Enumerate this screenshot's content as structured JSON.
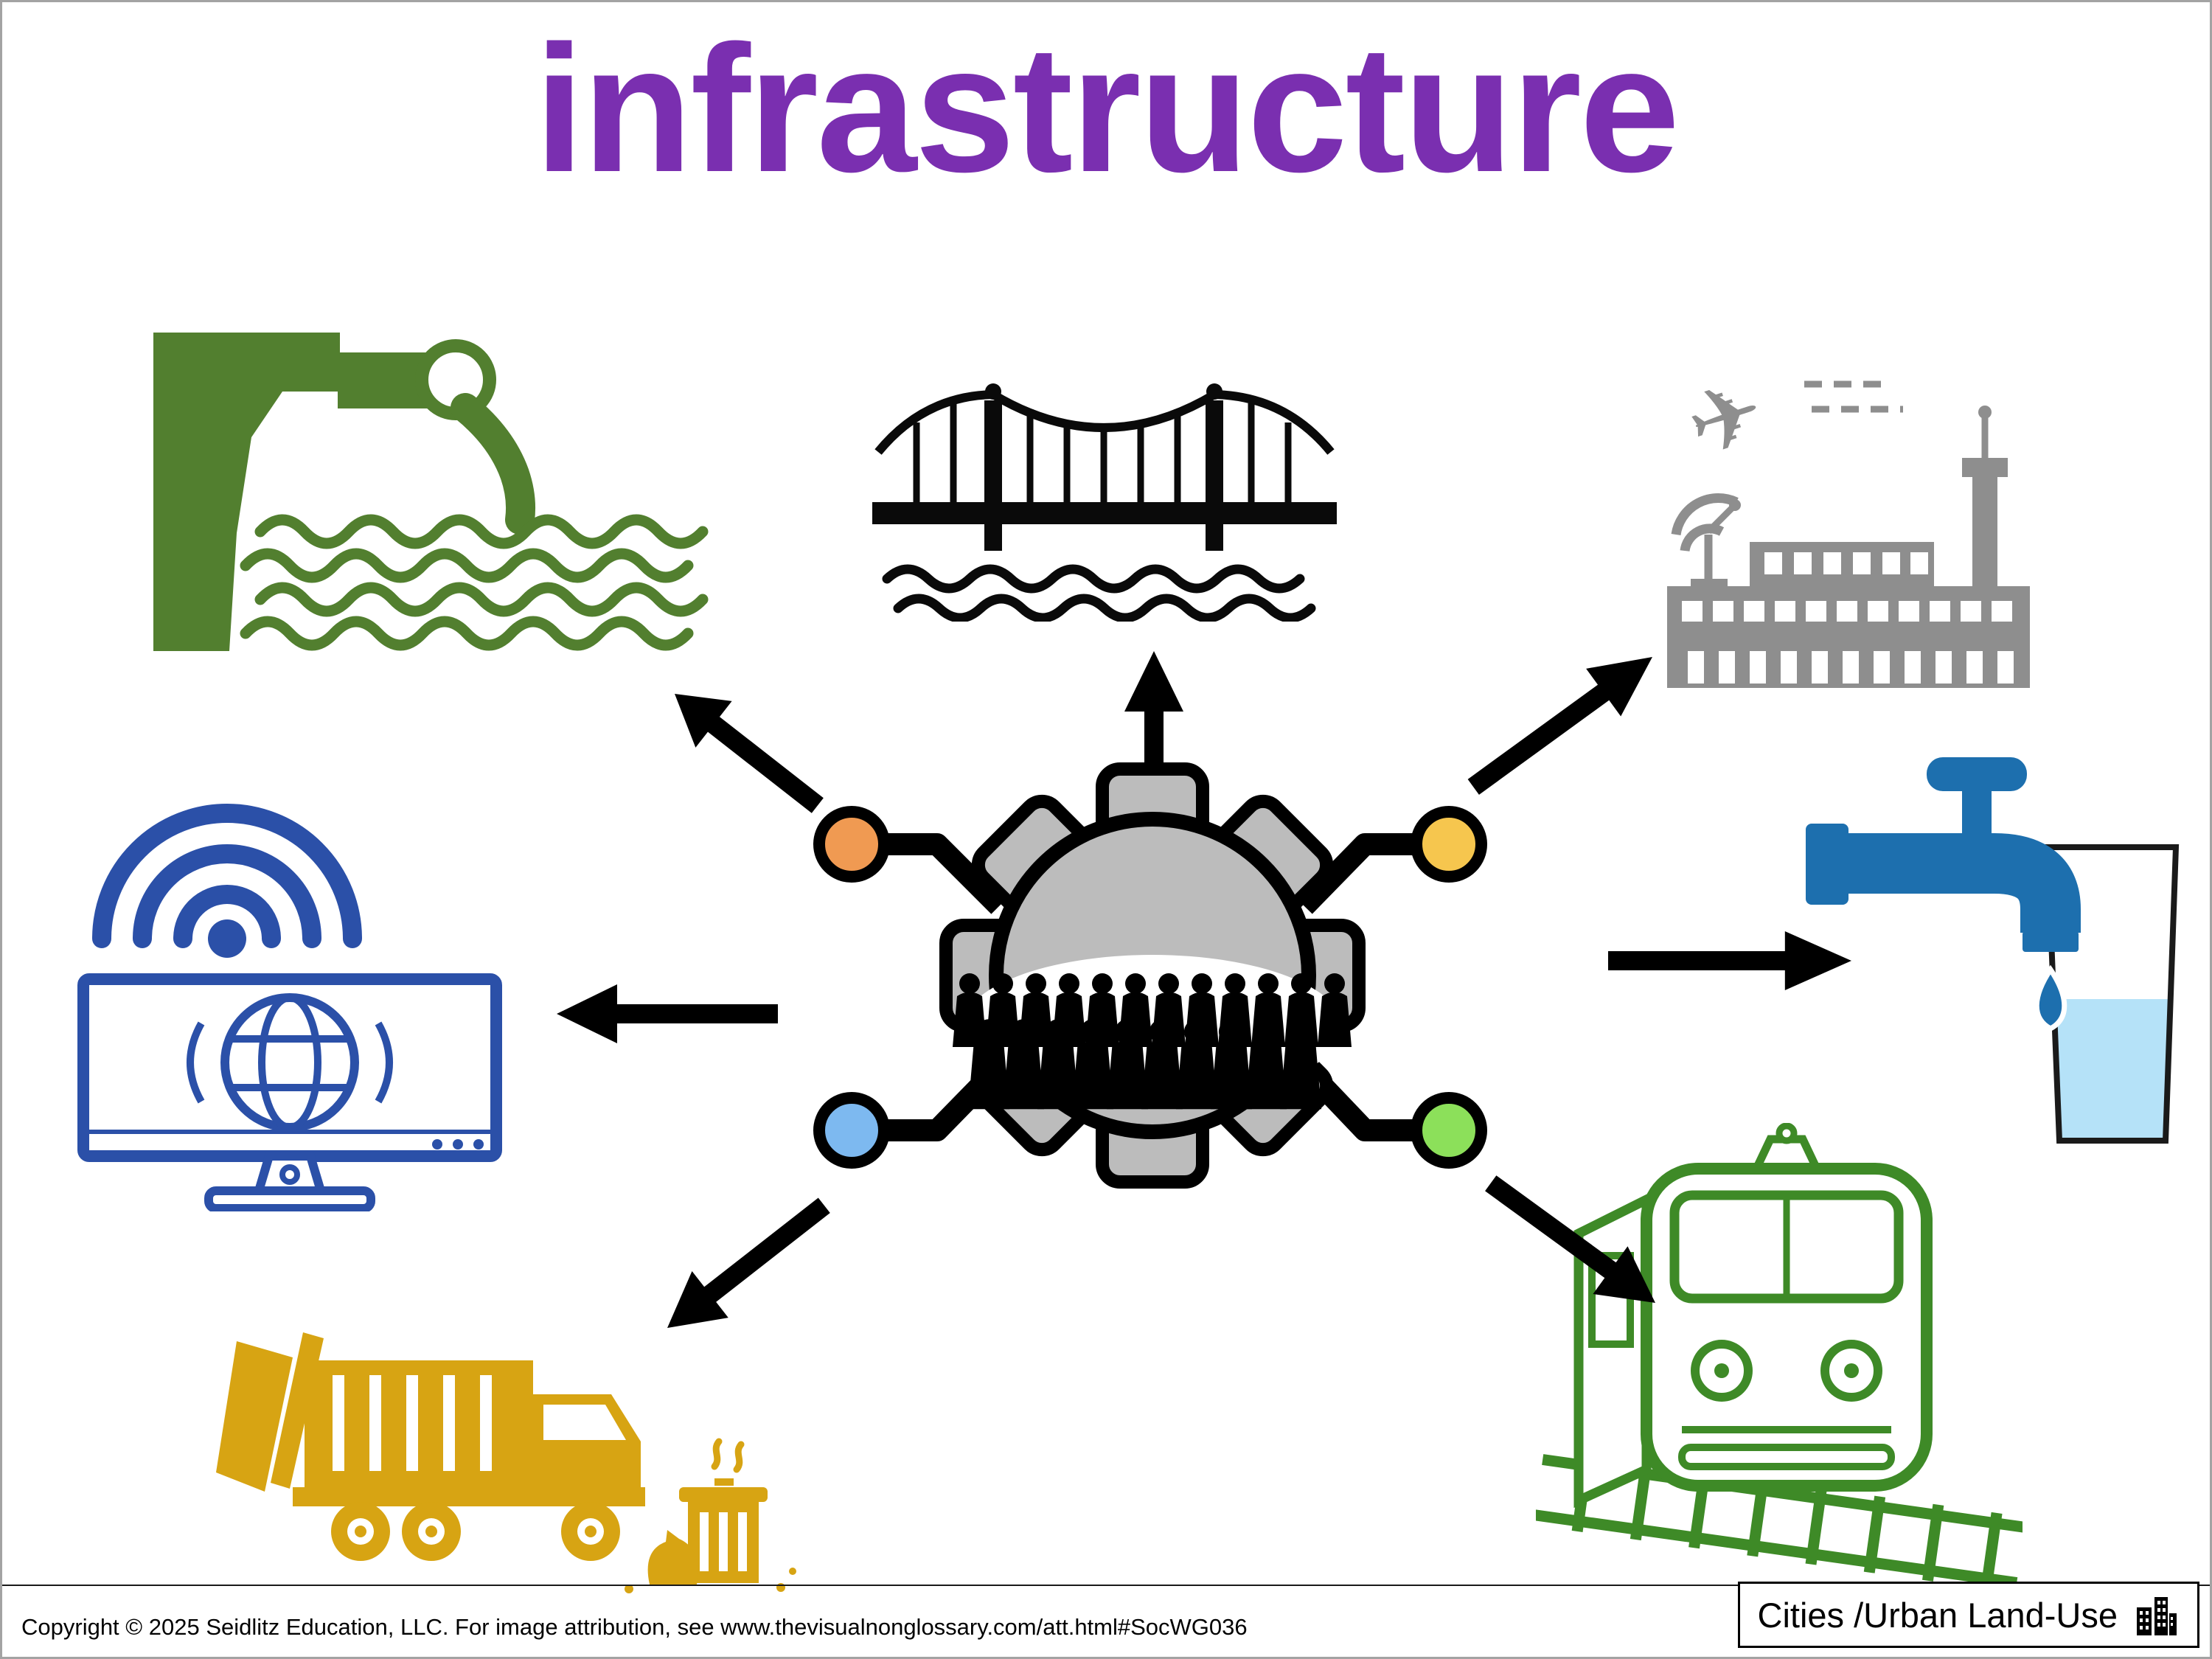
{
  "page": {
    "title": "infrastructure",
    "footer": {
      "copyright": "Copyright © 2025 Seidlitz Education, LLC.  For image attribution, see www.thevisualnonglossary.com/att.html#SocWG036",
      "category_badge": "Cities /Urban Land-Use"
    }
  },
  "glyphs": {
    "plane": "✈"
  },
  "diagram": {
    "center": {
      "name": "gear-with-crowd",
      "description": "central gear with crowd of people silhouettes"
    },
    "nodes": [
      {
        "name": "water-dam-outflow-icon",
        "position": "top-left",
        "color": "#527f2f"
      },
      {
        "name": "suspension-bridge-icon",
        "position": "top-center",
        "color": "#0a0a0a"
      },
      {
        "name": "airport-icon",
        "position": "top-right",
        "color": "#8e8e8e"
      },
      {
        "name": "internet-monitor-wifi-icon",
        "position": "mid-left",
        "color": "#2b50a8"
      },
      {
        "name": "faucet-and-glass-icon",
        "position": "mid-right",
        "color": "#1d6fae"
      },
      {
        "name": "garbage-truck-icon",
        "position": "bottom-left",
        "color": "#d7a413"
      },
      {
        "name": "train-icon",
        "position": "bottom-right",
        "color": "#3e8a27"
      }
    ],
    "connector_dots": [
      {
        "position": "upper-left",
        "color": "#f09a52"
      },
      {
        "position": "upper-right",
        "color": "#f6c64e"
      },
      {
        "position": "lower-left",
        "color": "#7db9f0"
      },
      {
        "position": "lower-right",
        "color": "#8ce05a"
      }
    ],
    "colors": {
      "title": "#7a2fb0",
      "gear_fill": "#bcbcbc",
      "water_light": "#b5e2f8",
      "arrow": "#000000"
    }
  }
}
